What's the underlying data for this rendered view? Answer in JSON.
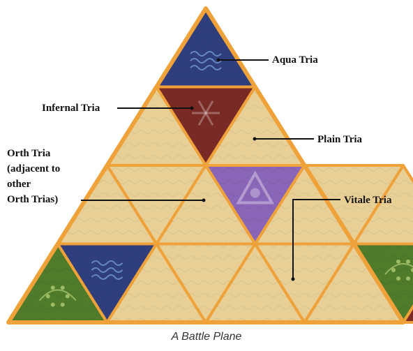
{
  "caption": "A Battle Plane",
  "legend": {
    "aqua": "Aqua Tria",
    "infernal": "Infernal Tria",
    "plain": "Plain Tria",
    "orth": [
      "Orth Tria",
      "(adjacent to",
      "other",
      "Orth Trias)"
    ],
    "vitale": "Vitale Tria"
  },
  "tile_colors": {
    "plain": "#e8cf95",
    "aqua": "#2f3f7d",
    "infernal": "#7a2a24",
    "orth": "#8a66b8",
    "vitale": "#4f7b2a",
    "border": "#f0a23a"
  },
  "board": {
    "rows": [
      [
        "aqua"
      ],
      [
        "plain",
        "infernal",
        "plain"
      ],
      [
        "plain",
        "plain",
        "plain",
        "orth",
        "plain",
        "plain",
        "plain"
      ],
      [
        "vitale",
        "aqua",
        "plain",
        "plain",
        "plain",
        "plain",
        "plain",
        "vitale",
        "infernal"
      ]
    ]
  }
}
